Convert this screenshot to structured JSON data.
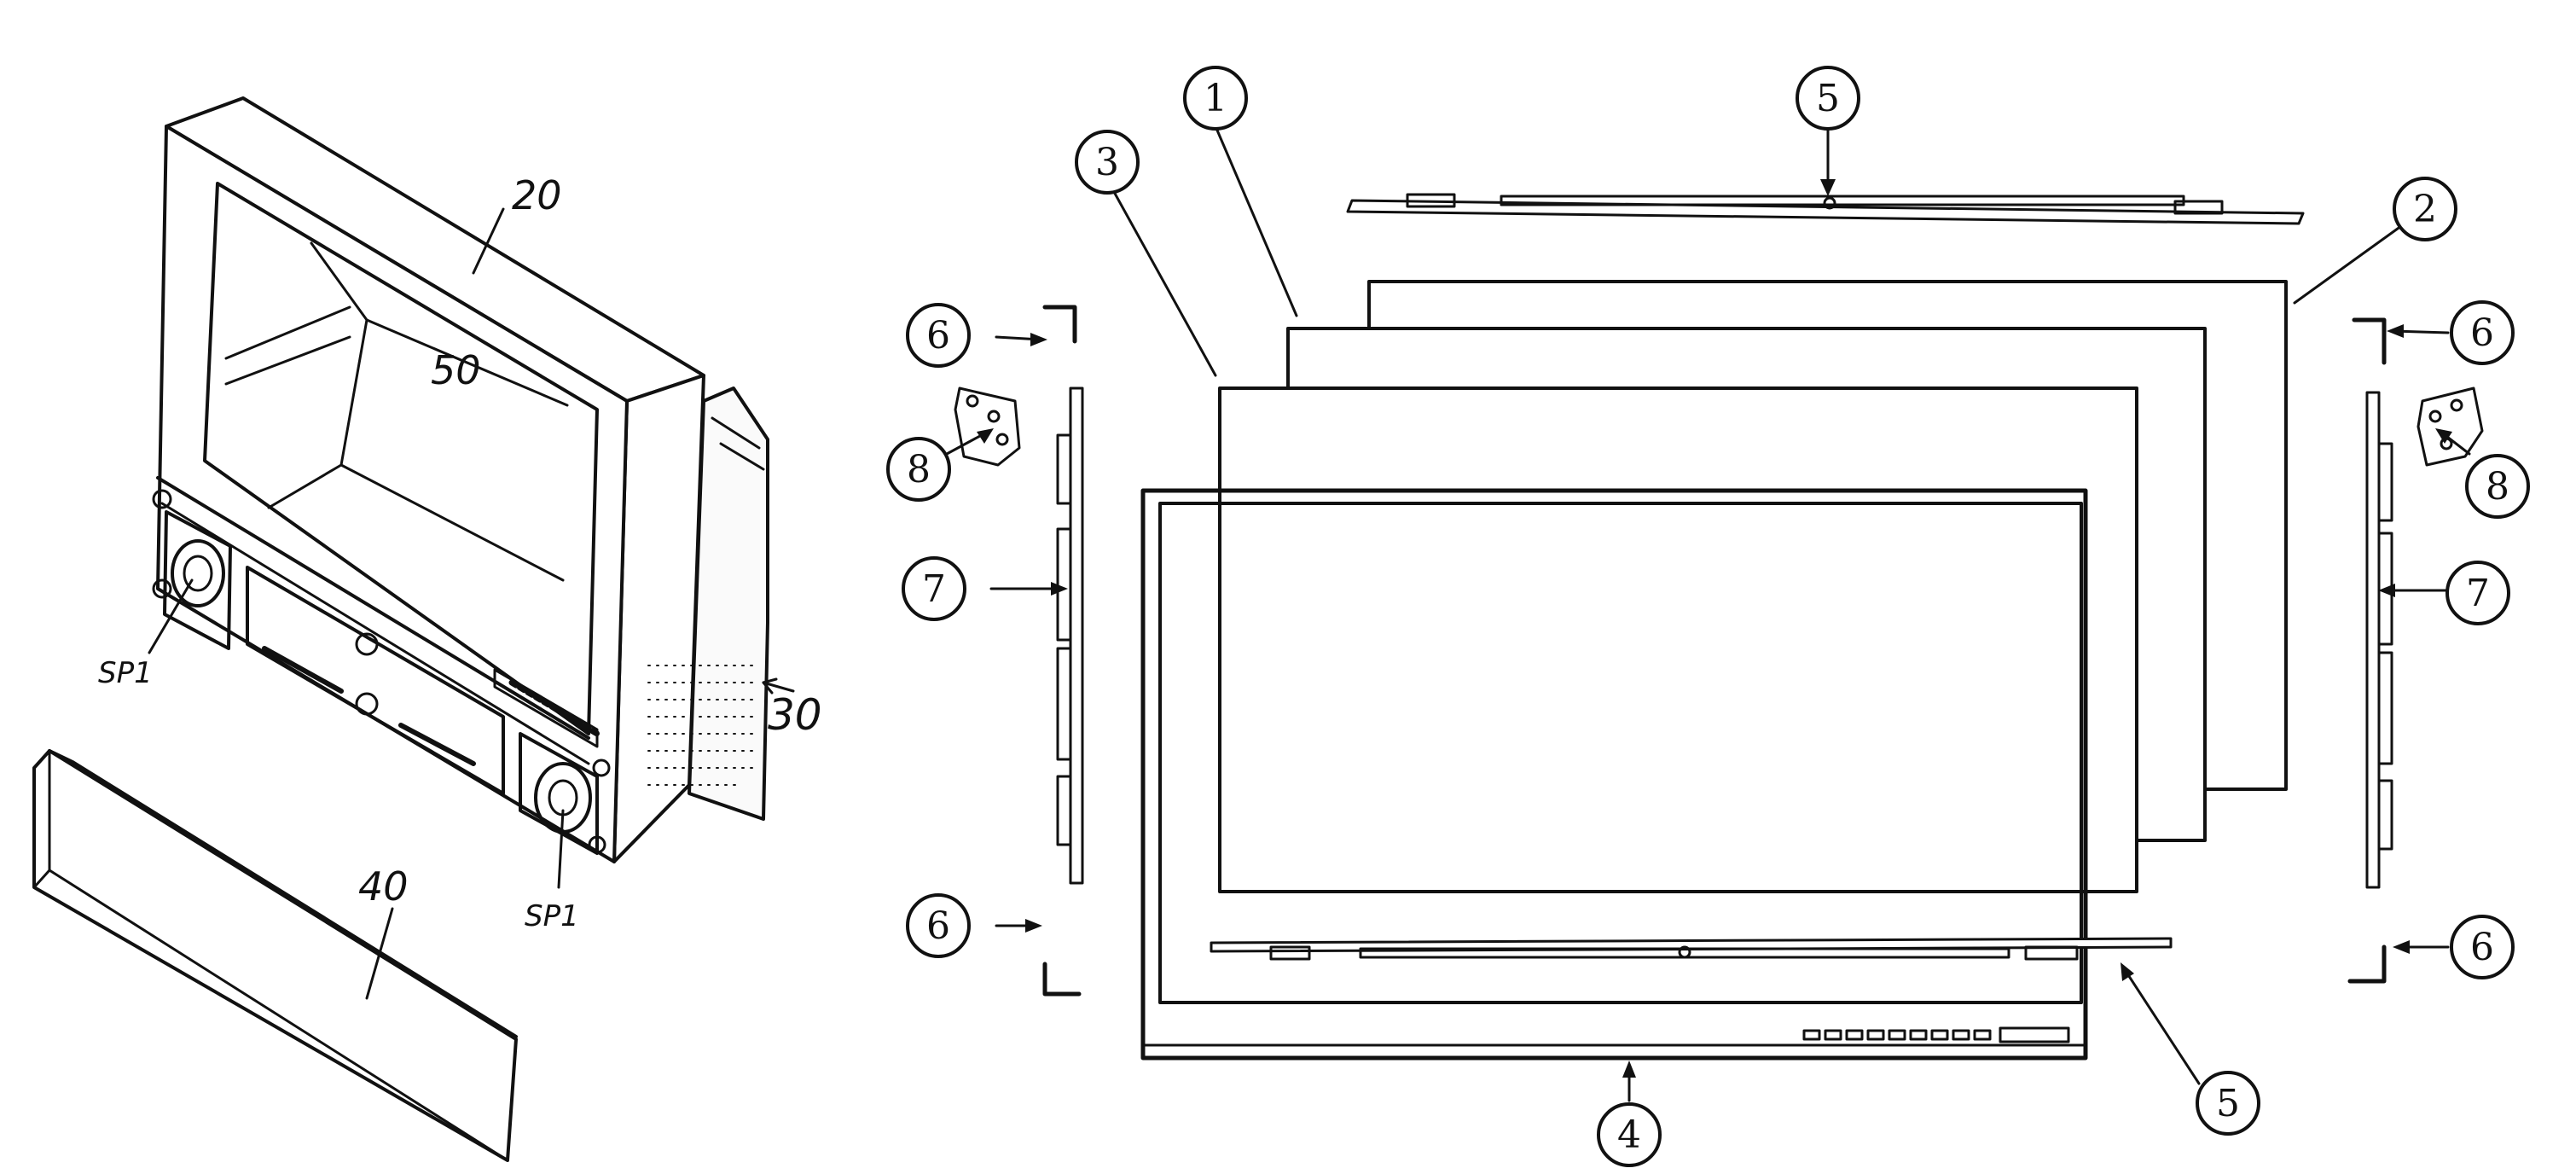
{
  "labels": {
    "tv_housing": "20",
    "screen_opening": "50",
    "rear_cabinet": "30",
    "front_cover": "40",
    "speaker_left": "SP1",
    "speaker_right": "SP1",
    "callout_1": "1",
    "callout_2": "2",
    "callout_3": "3",
    "callout_4": "4",
    "callout_5_top": "5",
    "callout_5_bottom": "5",
    "callout_6_top_left": "6",
    "callout_6_bottom_left": "6",
    "callout_6_top_right": "6",
    "callout_6_bottom_right": "6",
    "callout_7_left": "7",
    "callout_7_right": "7",
    "callout_8_left": "8",
    "callout_8_right": "8"
  }
}
